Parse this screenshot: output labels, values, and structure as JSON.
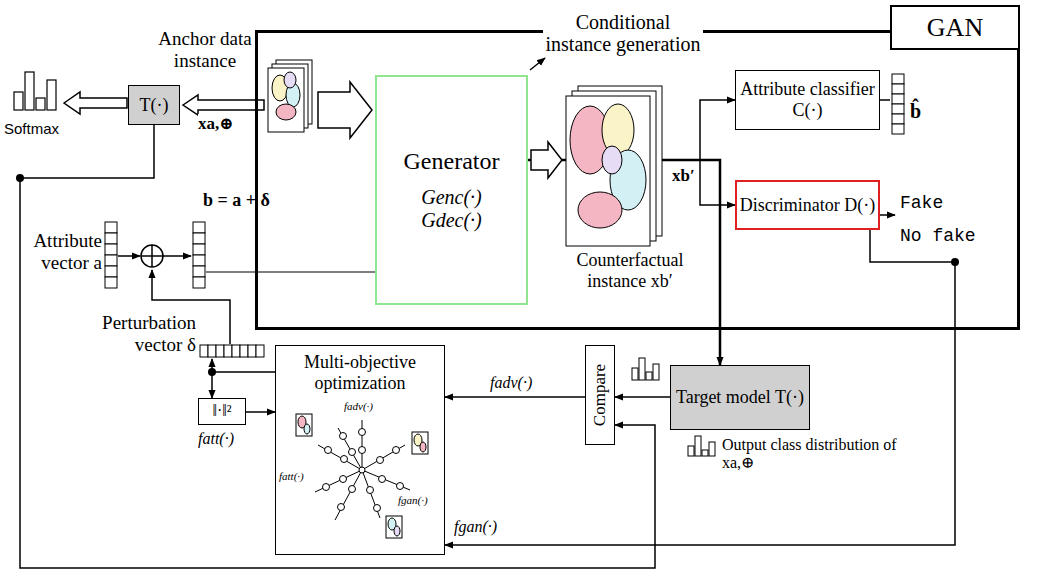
{
  "diagram": {
    "nodes": [
      {
        "text": [
          "Conditional instance generation"
        ]
      },
      {
        "text": [
          "GAN"
        ],
        "in": 0
      },
      {
        "text": [
          "Generator",
          "Genc(·)",
          "Gdec(·)"
        ],
        "in": 0
      },
      {
        "text": [
          "Attribute classifier C(·)"
        ],
        "in": 0
      },
      {
        "text": [
          "Discriminator D(·)"
        ],
        "in": 0
      },
      {
        "text": [
          "T(·)"
        ]
      },
      {
        "text": [
          "Target model T(·)"
        ]
      },
      {
        "text": [
          "Compare"
        ]
      },
      {
        "text": [
          "Multi-objective optimization"
        ]
      },
      {
        "text": [
          "‖·‖²"
        ]
      }
    ],
    "edges": [
      {
        "from": 2,
        "to": 3,
        "arrow": "to"
      },
      {
        "from": 2,
        "to": 4,
        "arrow": "to"
      },
      {
        "from": 2,
        "to": 6,
        "arrow": "to"
      },
      {
        "from": 6,
        "to": 7,
        "arrow": "to"
      },
      {
        "from": 7,
        "to": 8,
        "label": "fadv(·)",
        "arrow": "to"
      },
      {
        "from": 4,
        "to": 8,
        "label": "fgan(·)",
        "arrow": "to"
      },
      {
        "from": 9,
        "to": 8,
        "label": "fatt(·)",
        "arrow": "to"
      },
      {
        "from": 8,
        "to": 9,
        "arrow": "to"
      },
      {
        "from": 5,
        "to": 7,
        "arrow": "to"
      }
    ],
    "labels": [
      "Anchor data instance",
      "xa,⊕",
      "Softmax",
      "b = a + δ",
      "Attribute vector a",
      "Perturbation vector δ",
      "Counterfactual instance xb′",
      "xb′",
      "b̂",
      "Fake",
      "No fake",
      "Output class distribution of xa,⊕",
      "fadv(·)",
      "fatt(·)",
      "fgan(·)"
    ]
  }
}
